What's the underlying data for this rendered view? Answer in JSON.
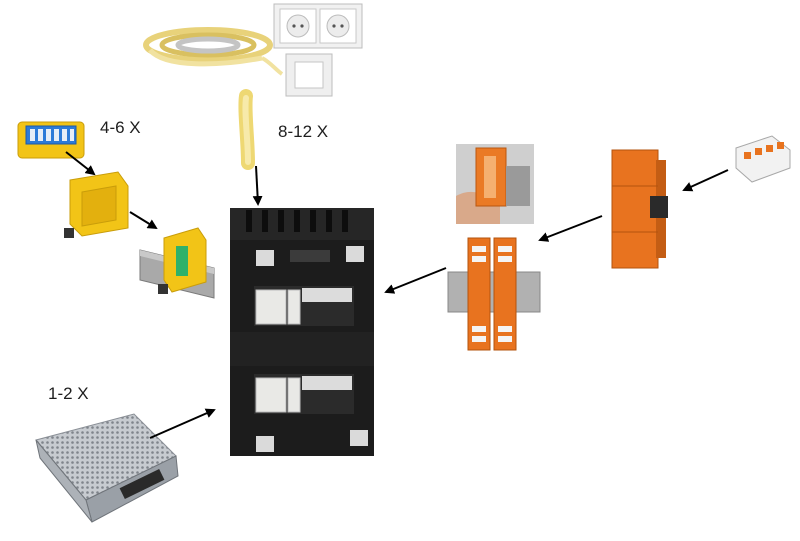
{
  "labels": {
    "relay_count": "4-6 X",
    "cable_count": "8-12 X",
    "psu_count": "1-2 X"
  },
  "colors": {
    "cabinet": "#1c1c1c",
    "module_white": "#e9e9e6",
    "relay_yellow": "#f2c417",
    "relay_blue": "#2c7bd8",
    "terminal_orange": "#e8731f",
    "din_rail": "#9c9c9c",
    "arrow": "#000000",
    "conduit_yellow": "#f4e28a",
    "psu_silver": "#b8bcc2"
  },
  "items": [
    {
      "id": "led-strip",
      "icon": "led-strip-icon"
    },
    {
      "id": "wall-sockets",
      "icon": "double-socket-icon"
    },
    {
      "id": "light-switch",
      "icon": "light-switch-icon"
    },
    {
      "id": "flexible-conduit",
      "icon": "conduit-icon"
    },
    {
      "id": "smart-relay",
      "icon": "smart-relay-icon"
    },
    {
      "id": "relay-holder",
      "icon": "relay-holder-icon"
    },
    {
      "id": "relay-on-din-rail",
      "icon": "din-relay-icon"
    },
    {
      "id": "distribution-cabinet",
      "icon": "cabinet-icon"
    },
    {
      "id": "power-supply",
      "icon": "power-supply-icon"
    },
    {
      "id": "terminal-in-hand",
      "icon": "terminal-hand-icon"
    },
    {
      "id": "terminal-blocks-on-rail",
      "icon": "terminal-rail-icon"
    },
    {
      "id": "orange-terminal-side",
      "icon": "orange-terminal-icon"
    },
    {
      "id": "lever-connector",
      "icon": "lever-connector-icon"
    }
  ]
}
